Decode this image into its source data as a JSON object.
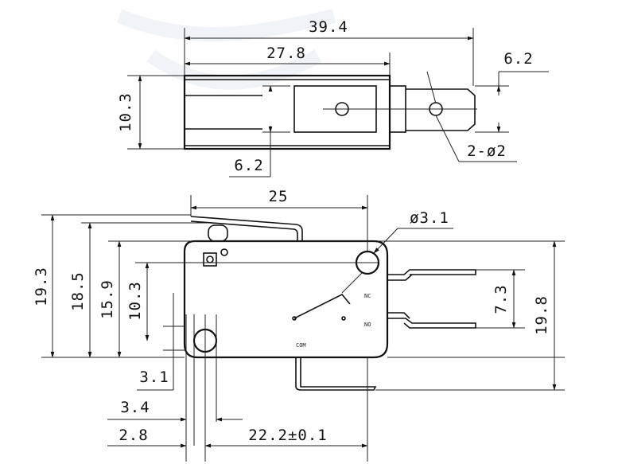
{
  "top_view": {
    "overall_length": "39.4",
    "body_length": "27.8",
    "height": "10.3",
    "terminal_width": "6.2",
    "lower_dim": "6.2",
    "hole_callout": "2-ø2"
  },
  "front_view": {
    "lever_length": "25",
    "hole_callout": "ø3.1",
    "dim_19_3": "19.3",
    "dim_18_5": "18.5",
    "dim_15_9": "15.9",
    "dim_10_3": "10.3",
    "dim_3_1": "3.1",
    "dim_3_4": "3.4",
    "dim_2_8": "2.8",
    "dim_22_2": "22.2±0.1",
    "dim_7_3": "7.3",
    "dim_19_8": "19.8",
    "marking_com": "COM",
    "marking_no": "NO",
    "marking_nc": "NC"
  }
}
